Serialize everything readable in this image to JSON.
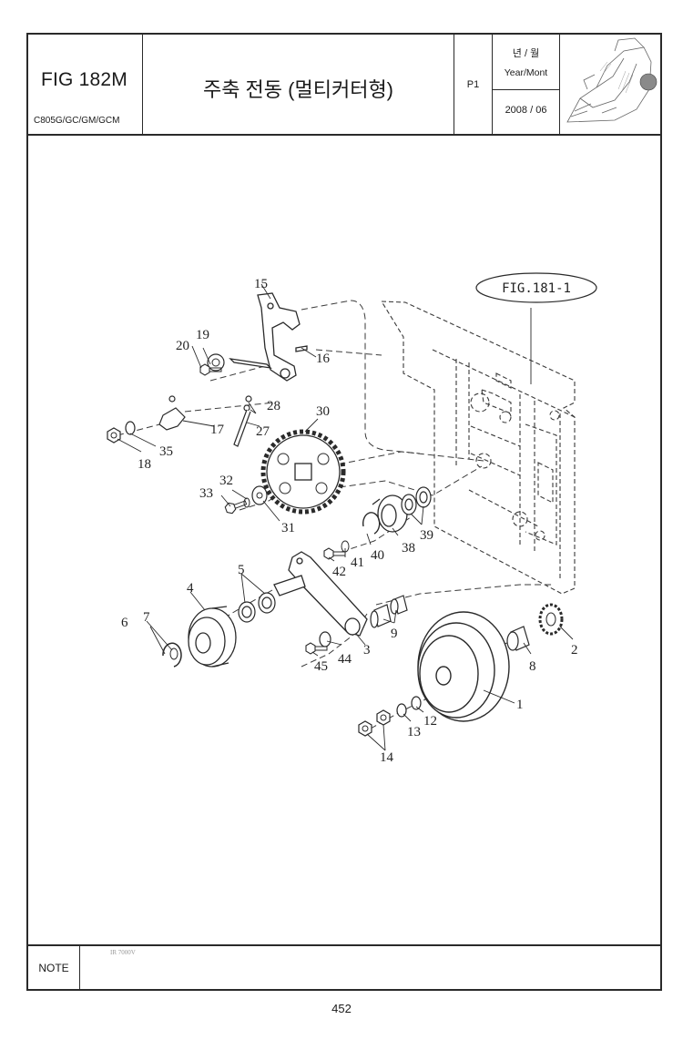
{
  "header": {
    "fig_id": "FIG 182M",
    "model": "C805G/GC/GM/GCM",
    "title": "주축 전동 (멀티커터형)",
    "page": "P1",
    "date_label_kr": "년 / 월",
    "date_label_en": "Year/Mont",
    "date_value": "2008 / 06"
  },
  "diagram": {
    "figure_reference": "FIG.181-1",
    "part_callouts": [
      "1",
      "2",
      "3",
      "4",
      "5",
      "6",
      "7",
      "8",
      "9",
      "12",
      "13",
      "14",
      "15",
      "16",
      "17",
      "18",
      "19",
      "20",
      "27",
      "28",
      "30",
      "31",
      "32",
      "33",
      "35",
      "38",
      "39",
      "40",
      "41",
      "42",
      "44",
      "45"
    ]
  },
  "stamp": "IR 7000V",
  "footer": {
    "note_label": "NOTE",
    "page_number": "452"
  },
  "colors": {
    "line": "#2a2a2a",
    "dash": "#3a3a3a"
  }
}
